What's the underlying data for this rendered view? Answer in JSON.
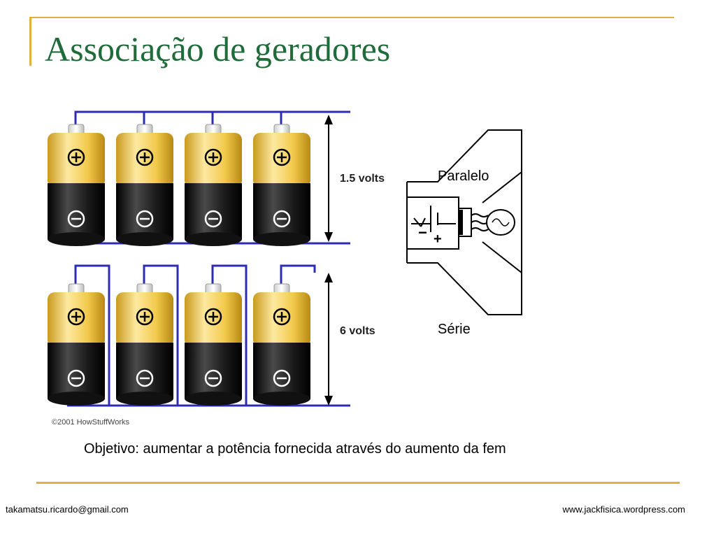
{
  "slide": {
    "title": "Associação de geradores",
    "caption": "Objetivo: aumentar a potência fornecida através do aumento da fem"
  },
  "figure_batteries": {
    "voltage_top": "1.5 volts",
    "voltage_bottom": "6 volts",
    "credit": "©2001 HowStuffWorks",
    "plus_symbol": "⊕",
    "minus_symbol": "⊖"
  },
  "figure_circuit": {
    "label_parallel": "Paralelo",
    "label_series": "Série",
    "minus_sign": "−",
    "plus_sign": "+"
  },
  "footer": {
    "email": "takamatsu.ricardo@gmail.com",
    "website": "www.jackfisica.wordpress.com"
  },
  "colors": {
    "title": "#1f6b3a",
    "accent_rule": "#e0b040",
    "wire": "#2c2cb0",
    "battery_top": "#f2c94c",
    "battery_bottom": "#1a1a1a"
  }
}
